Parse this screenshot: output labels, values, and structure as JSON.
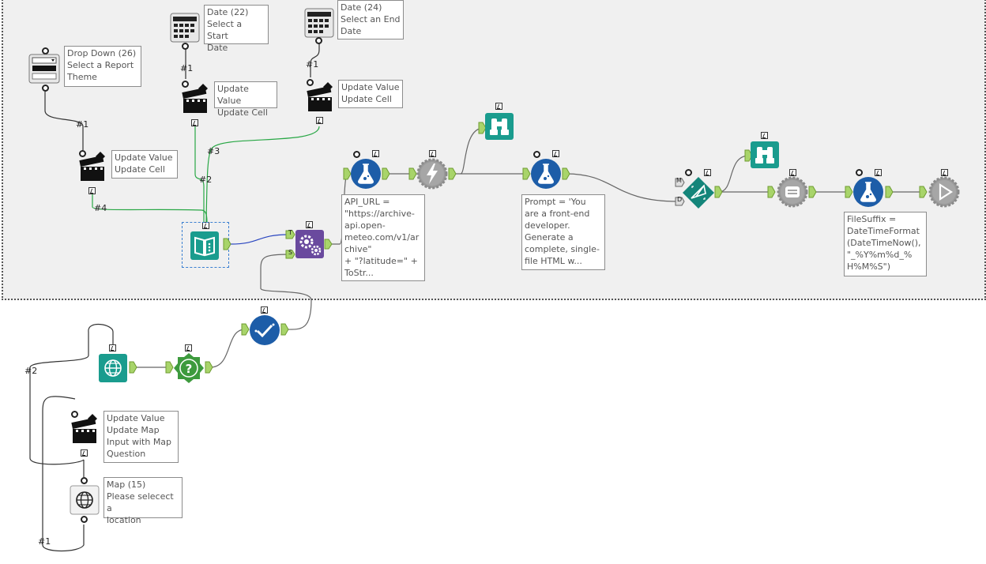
{
  "annotations": {
    "dropdown": "Drop Down (26)\nSelect a Report\nTheme",
    "date_start": "Date (22)\nSelect a Start\nDate",
    "date_end": "Date (24)\nSelect an End\nDate",
    "update_a": "Update Value\nUpdate Cell",
    "update_b": "Update Value\nUpdate Cell",
    "update_c": "Update Value\nUpdate Cell",
    "formula_api": "API_URL =\n\"https://archive-\napi.open-\nmeteo.com/v1/ar\nchive\"\n+ \"?latitude=\" +\nToStr...",
    "formula_prompt": "Prompt = 'You\nare a front-end\ndeveloper.\nGenerate a\ncomplete, single-\nfile HTML w...",
    "formula_suffix": "FileSuffix =\nDateTimeFormat\n(DateTimeNow(),\n\"_%Y%m%d_%\nH%M%S\")",
    "update_map": "Update Value\nUpdate Map\nInput with Map\nQuestion",
    "map_question": "Map (15)\nPlease selecect a\nlocation"
  },
  "connection_labels": {
    "c1": "#1",
    "c2": "#1",
    "c3": "#1",
    "c4": "#2",
    "c5": "#3",
    "c6": "#4",
    "c7": "#2",
    "c8": "#1"
  },
  "anchor_labels": {
    "template": "T",
    "source": "S",
    "model": "M",
    "data": "D"
  },
  "colors": {
    "canvas_bg": "#f0f0f0",
    "teal": "#1a9c8e",
    "navy": "#1d5da8",
    "gray": "#9a9a9a",
    "purple": "#6a4a9e",
    "green_anchor": "#a8d46a",
    "green_conn": "#28a745",
    "blue_conn": "#2a46c0"
  }
}
